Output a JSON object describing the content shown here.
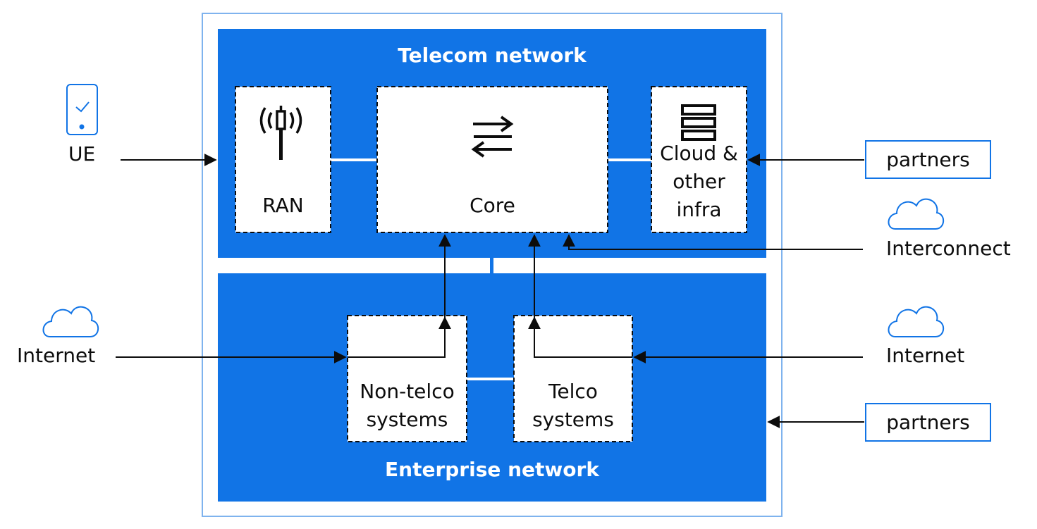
{
  "colors": {
    "accent": "#1174e6",
    "frame": "#7fb3ee",
    "arrow": "#0c0c0c",
    "box_fill": "#ffffff"
  },
  "diagram": {
    "telecom_title": "Telecom network",
    "enterprise_title": "Enterprise network",
    "nodes": {
      "ran": "RAN",
      "core": "Core",
      "cloud_line1": "Cloud &",
      "cloud_line2": "other",
      "cloud_line3": "infra",
      "non_telco_line1": "Non-telco",
      "non_telco_line2": "systems",
      "telco_line1": "Telco",
      "telco_line2": "systems"
    },
    "external": {
      "ue": "UE",
      "internet_left": "Internet",
      "internet_right": "Internet",
      "partners_top": "partners",
      "partners_bottom": "partners",
      "interconnect": "Interconnect"
    },
    "icons": [
      "phone-icon",
      "antenna-icon",
      "exchange-arrows-icon",
      "server-stack-icon",
      "cloud-icon"
    ]
  }
}
